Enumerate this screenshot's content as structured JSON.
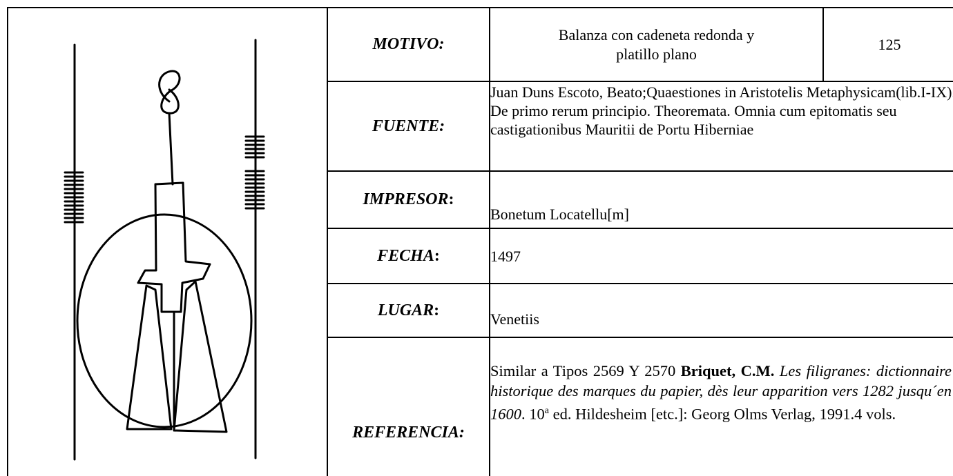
{
  "watermark": {
    "name": "balance-watermark-drawing"
  },
  "rows": {
    "motivo": {
      "label": "MOTIVO:",
      "value": "Balanza con cadeneta redonda y platillo plano",
      "number": "125"
    },
    "fuente": {
      "label": "FUENTE:",
      "value": "Juan Duns Escoto, Beato;Quaestiones in Aristotelis Metaphysicam(lib.I-IX). De primo rerum principio. Theoremata. Omnia cum epitomatis seu castigationibus Mauritii de Portu Hiberniae"
    },
    "impresor": {
      "label_main": "IMPRESOR",
      "label_colon": ":",
      "value": "Bonetum Locatellu[m]"
    },
    "fecha": {
      "label_main": "FECHA",
      "label_colon": ":",
      "value": "1497"
    },
    "lugar": {
      "label_main": "LUGAR",
      "label_colon": ":",
      "value": "Venetiis"
    },
    "referencia": {
      "label": "REFERENCIA:",
      "prefix": "Similar a Tipos 2569 Y 2570 ",
      "author": "Briquet, C.M",
      "author_end": ".",
      "title": "Les filigranes: dictionnaire historique des marques du papier, dès leur apparition vers 1282 jusqu´en 1600",
      "title_end": ".",
      "edition_ord": "10",
      "edition_sup": "a",
      "rest": " ed. Hildesheim [etc.]: Georg Olms Verlag, 1991.4 vols."
    }
  }
}
